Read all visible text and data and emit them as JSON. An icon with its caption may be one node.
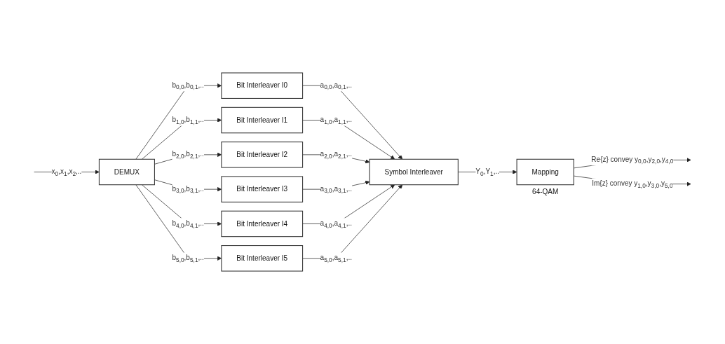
{
  "diagram": {
    "nodes": [
      {
        "text": [
          "DEMUX"
        ]
      },
      {
        "text": [
          "Bit Interleaver I0"
        ]
      },
      {
        "text": [
          "Bit Interleaver I1"
        ]
      },
      {
        "text": [
          "Bit Interleaver I2"
        ]
      },
      {
        "text": [
          "Bit Interleaver I3"
        ]
      },
      {
        "text": [
          "Bit Interleaver I4"
        ]
      },
      {
        "text": [
          "Bit Interleaver I5"
        ]
      },
      {
        "text": [
          "Symbol Interleaver"
        ]
      },
      {
        "text": [
          "Mapping"
        ],
        "beside": [
          "64-QAM"
        ]
      }
    ],
    "edges": [
      {
        "from": null,
        "to": 0,
        "arrow": "to",
        "label": "x$_{0}$,x$_{1}$,x$_{2}$,.."
      },
      {
        "from": 0,
        "to": 1,
        "arrow": "to",
        "label": "b$_{0,0}$,b$_{0,1}$,.."
      },
      {
        "from": 0,
        "to": 2,
        "arrow": "to",
        "label": "b$_{1,0}$,b$_{1,1}$,.."
      },
      {
        "from": 0,
        "to": 3,
        "arrow": "to",
        "label": "b$_{2,0}$,b$_{2,1}$,.."
      },
      {
        "from": 0,
        "to": 4,
        "arrow": "to",
        "label": "b$_{3,0}$,b$_{3,1}$,.."
      },
      {
        "from": 0,
        "to": 5,
        "arrow": "to",
        "label": "b$_{4,0}$,b$_{4,1}$,.."
      },
      {
        "from": 0,
        "to": 6,
        "arrow": "to",
        "label": "b$_{5,0}$,b$_{5,1}$,.."
      },
      {
        "from": 1,
        "to": 7,
        "arrow": "to",
        "label": "a$_{0,0}$,a$_{0,1}$,.."
      },
      {
        "from": 2,
        "to": 7,
        "arrow": "to",
        "label": "a$_{1,0}$,a$_{1,1}$,.."
      },
      {
        "from": 3,
        "to": 7,
        "arrow": "to",
        "label": "a$_{2,0}$,a$_{2,1}$,.."
      },
      {
        "from": 4,
        "to": 7,
        "arrow": "to",
        "label": "a$_{3,0}$,a$_{3,1}$,.."
      },
      {
        "from": 5,
        "to": 7,
        "arrow": "to",
        "label": "a$_{4,0}$,a$_{4,1}$,.."
      },
      {
        "from": 6,
        "to": 7,
        "arrow": "to",
        "label": "a$_{5,0}$,a$_{5,1}$,.."
      },
      {
        "from": 7,
        "to": 8,
        "arrow": "to",
        "label": "Y$_{0}$,Y$_{1}$,.."
      },
      {
        "from": 8,
        "to": null,
        "arrow": "to",
        "label": "Re{z} convey y$_{0,0}$,y$_{2,0}$,y$_{4,0}$"
      },
      {
        "from": 8,
        "to": null,
        "arrow": "to",
        "label": "Im{z} convey y$_{1,0}$,y$_{3,0}$,y$_{5,0}$"
      }
    ]
  }
}
